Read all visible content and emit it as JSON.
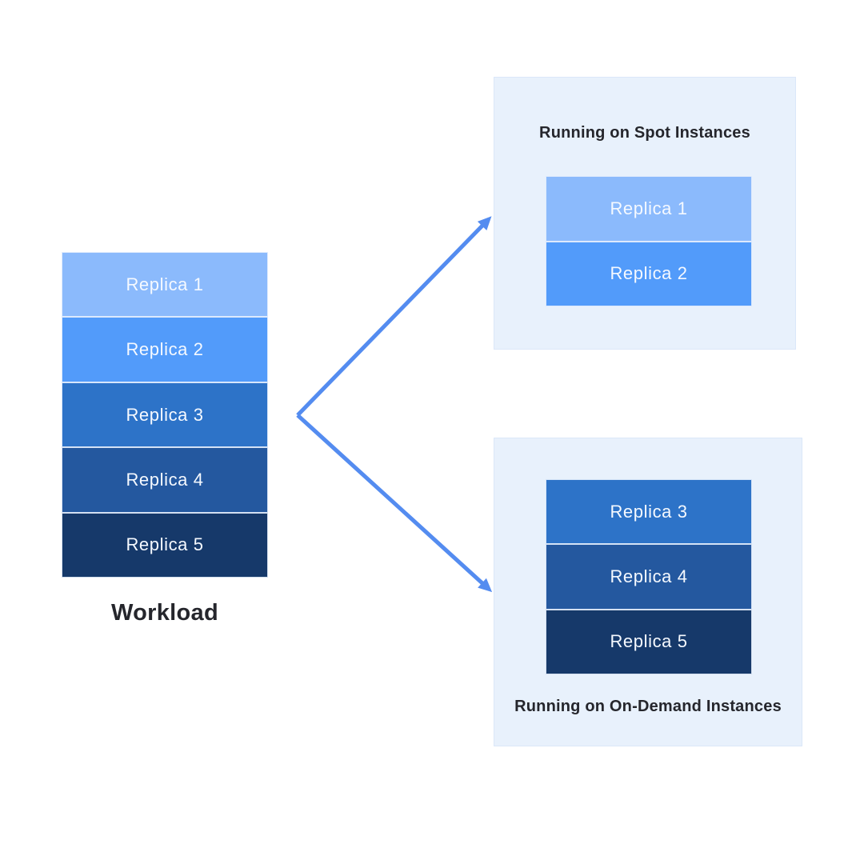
{
  "canvas": {
    "background": "#ffffff"
  },
  "workload": {
    "label": "Workload",
    "replicas": [
      {
        "label": "Replica 1",
        "color": "#8bbafc"
      },
      {
        "label": "Replica 2",
        "color": "#529bfa"
      },
      {
        "label": "Replica 3",
        "color": "#2d73c8"
      },
      {
        "label": "Replica 4",
        "color": "#24589f"
      },
      {
        "label": "Replica 5",
        "color": "#16396a"
      }
    ]
  },
  "spot_panel": {
    "title": "Running on Spot Instances",
    "background": "#e8f1fc",
    "replicas": [
      {
        "label": "Replica 1",
        "color": "#8bbafc"
      },
      {
        "label": "Replica 2",
        "color": "#529bfa"
      }
    ]
  },
  "ondemand_panel": {
    "title": "Running on On-Demand Instances",
    "background": "#e8f1fc",
    "replicas": [
      {
        "label": "Replica 3",
        "color": "#2d73c8"
      },
      {
        "label": "Replica 4",
        "color": "#24589f"
      },
      {
        "label": "Replica 5",
        "color": "#16396a"
      }
    ]
  },
  "arrows": {
    "color": "#548cf0"
  }
}
